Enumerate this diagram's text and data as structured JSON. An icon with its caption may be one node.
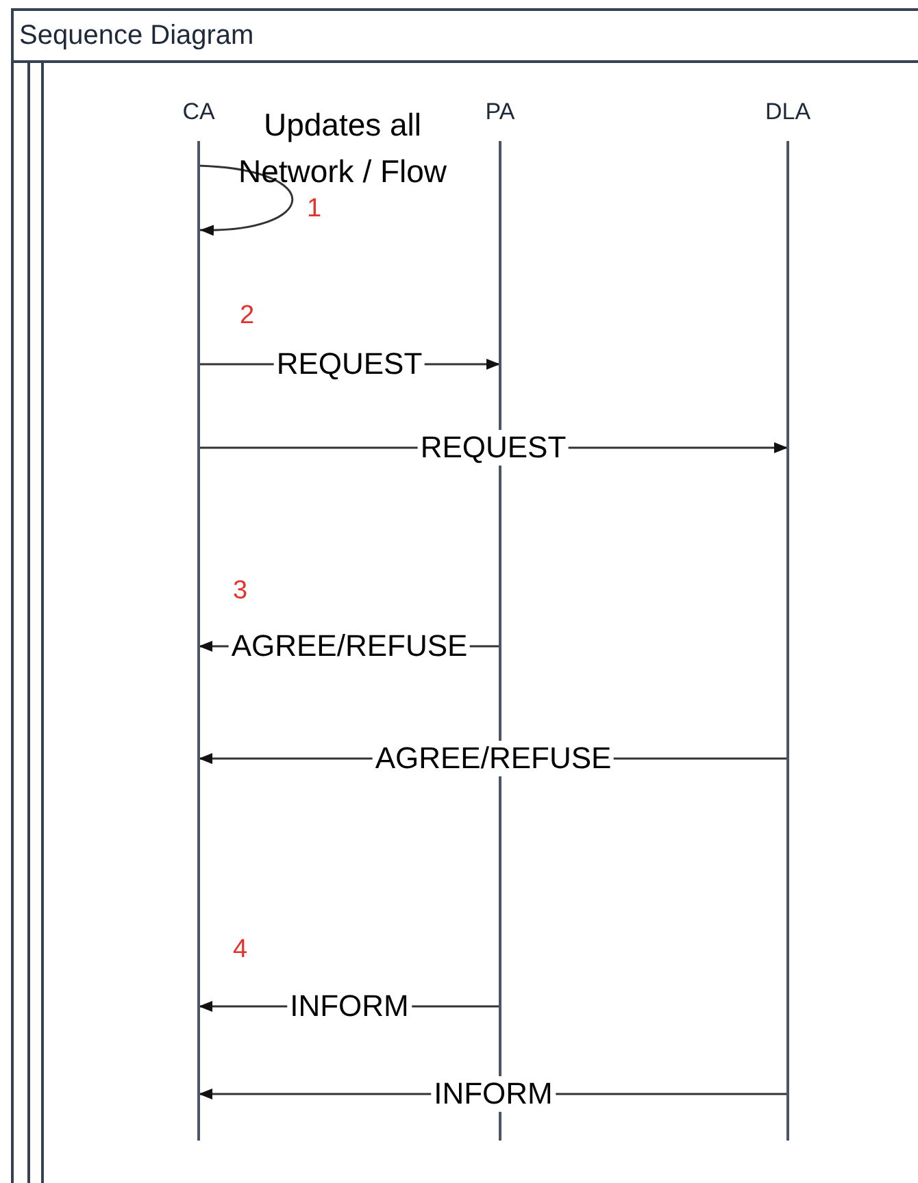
{
  "diagram": {
    "nodes": [
      {
        "text": [
          "Sequence Diagram"
        ]
      },
      {
        "text": [
          "CA"
        ],
        "in": 0
      },
      {
        "text": [
          "PA"
        ],
        "in": 0
      },
      {
        "text": [
          "DLA"
        ],
        "in": 0
      }
    ],
    "edges": [
      {
        "from": 1,
        "to": 1,
        "arrow": "to",
        "label": "Updates all Network / Flow"
      },
      {
        "from": 1,
        "to": 2,
        "arrow": "to",
        "label": "REQUEST"
      },
      {
        "from": 1,
        "to": 3,
        "arrow": "to",
        "label": "REQUEST"
      },
      {
        "from": 2,
        "to": 1,
        "arrow": "to",
        "label": "AGREE/REFUSE"
      },
      {
        "from": 3,
        "to": 1,
        "arrow": "to",
        "label": "AGREE/REFUSE"
      },
      {
        "from": 2,
        "to": 1,
        "arrow": "to",
        "label": "INFORM"
      },
      {
        "from": 3,
        "to": 1,
        "arrow": "to",
        "label": "INFORM"
      }
    ],
    "labels": [
      "1",
      "2",
      "3",
      "4"
    ]
  }
}
